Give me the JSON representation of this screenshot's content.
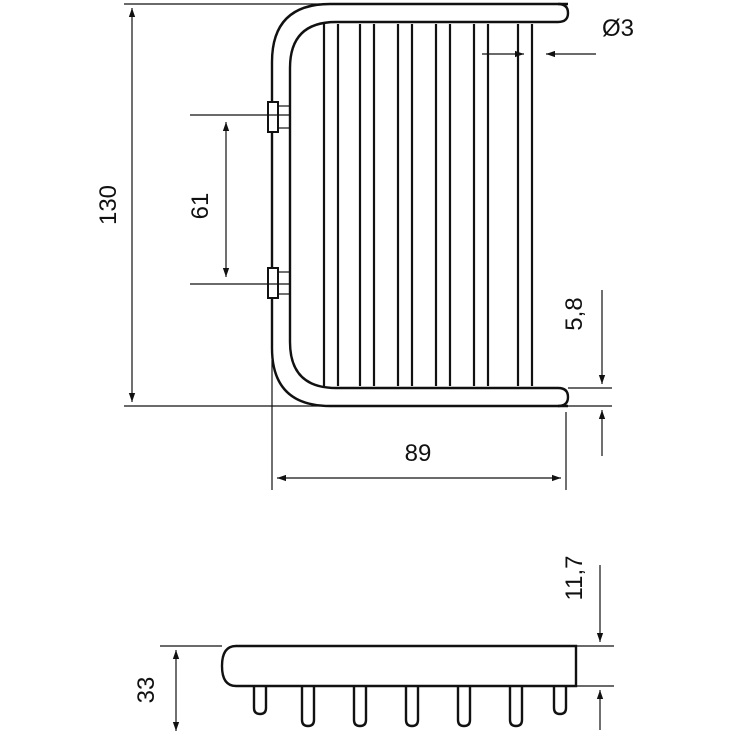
{
  "dimensions": {
    "height": "130",
    "mount_spacing": "61",
    "rod_diameter": "Ø3",
    "gap": "5,8",
    "width": "89",
    "top_offset": "11,7",
    "depth": "33"
  },
  "colors": {
    "line": "#111111",
    "background": "#ffffff"
  }
}
